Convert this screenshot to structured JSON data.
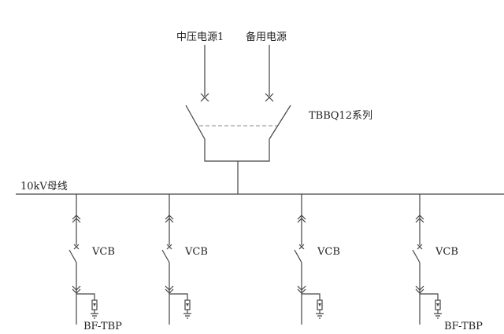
{
  "sources": [
    "中压电源1",
    "备用电源"
  ],
  "ats_label": "TBBQ12系列",
  "bus_label": "10kV母线",
  "feeders": [
    {
      "breaker": "VCB",
      "bottom": "BF-TBP"
    },
    {
      "breaker": "VCB",
      "bottom": ""
    },
    {
      "breaker": "VCB",
      "bottom": ""
    },
    {
      "breaker": "VCB",
      "bottom": "BF-TBP"
    }
  ]
}
